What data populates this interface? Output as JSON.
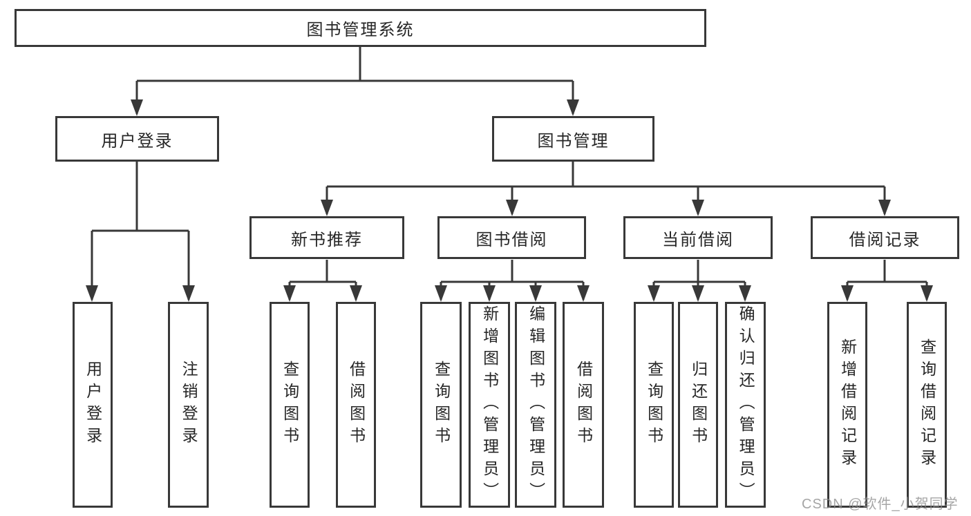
{
  "nodes": {
    "root": "图书管理系统",
    "level2": [
      "用户登录",
      "图书管理"
    ],
    "level3": [
      "新书推荐",
      "图书借阅",
      "当前借阅",
      "借阅记录"
    ],
    "leaves": {
      "login": [
        "用户登录",
        "注销登录"
      ],
      "recommend": [
        "查询图书",
        "借阅图书"
      ],
      "borrow": [
        "查询图书",
        "新增图书（管理员）",
        "编辑图书（管理员）",
        "借阅图书"
      ],
      "current": [
        "查询图书",
        "归还图书",
        "确认归还（管理员）"
      ],
      "record": [
        "新增借阅记录",
        "查询借阅记录"
      ]
    }
  },
  "watermark": "CSDN @软件_小贺同学",
  "colors": {
    "line": "#383838",
    "text": "#262626",
    "watermark": "#8c8c8c",
    "background": "#ffffff"
  }
}
